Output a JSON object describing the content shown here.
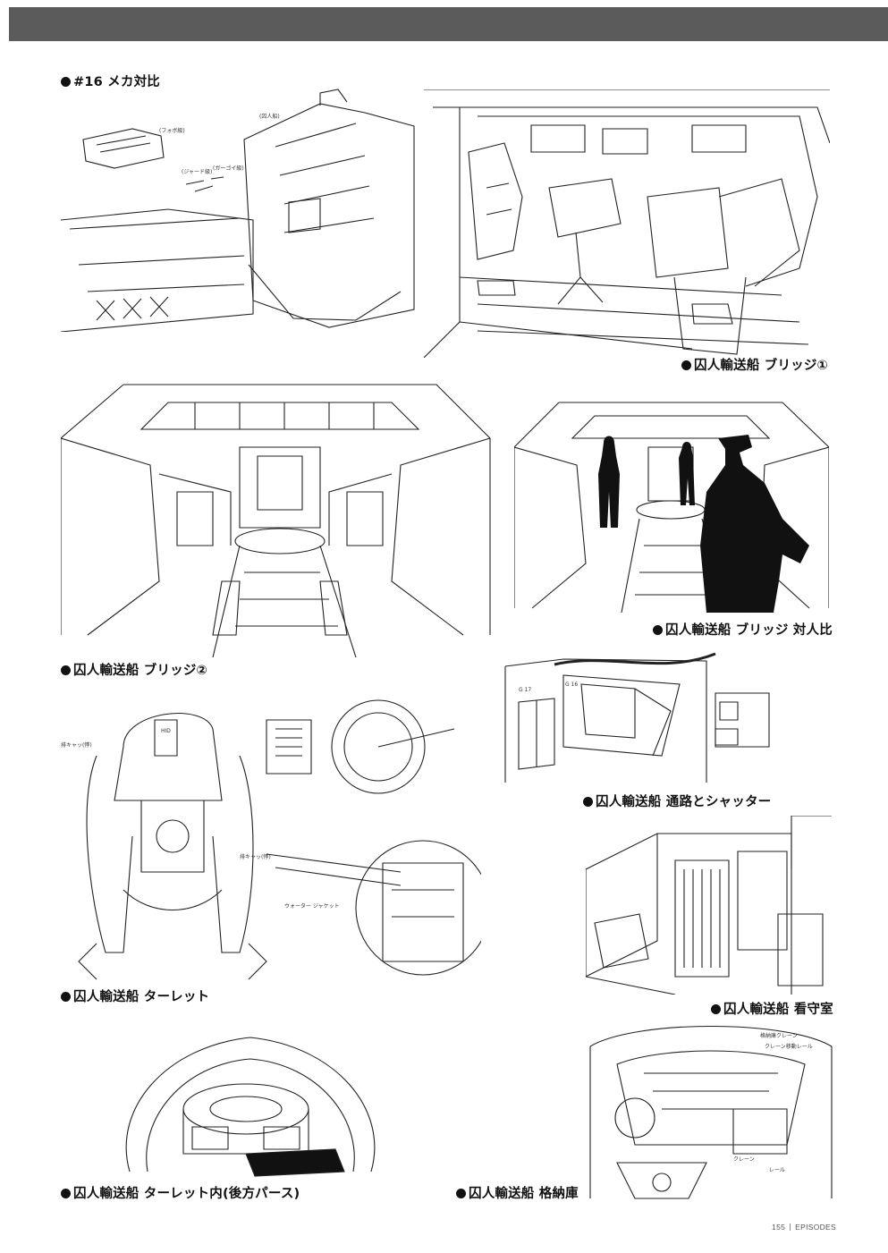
{
  "captions": {
    "mecha_compare": "#16 メカ対比",
    "bridge1": "囚人輸送船 ブリッジ①",
    "bridge2": "囚人輸送船 ブリッジ②",
    "bridge_scale": "囚人輸送船 ブリッジ 対人比",
    "corridor": "囚人輸送船 通路とシャッター",
    "turret": "囚人輸送船 ターレット",
    "guard_room": "囚人輸送船 看守室",
    "turret_inside": "囚人輸送船 ターレット内(後方パース)",
    "hangar": "囚人輸送船 格納庫"
  },
  "sketch_notes": {
    "mecha_a": "(フォボ級)",
    "mecha_b": "(囚人船)",
    "mecha_c": "(ジャード級)",
    "mecha_d": "(ガーゴイ級)",
    "corridor_g17": "G 17",
    "corridor_g16": "G 16",
    "turret_hid": "HID",
    "turret_left": "排キャッ(悸)",
    "turret_right": "排キャッ(悸)",
    "turret_water": "ウォーター ジャケット",
    "hangar_crane": "格納庫クレーン",
    "hangar_rail": "クレーン移動レール",
    "hangar_crane2": "クレーン",
    "hangar_rail2": "レール"
  },
  "footer": {
    "page_number": "155",
    "section": "EPISODES"
  }
}
